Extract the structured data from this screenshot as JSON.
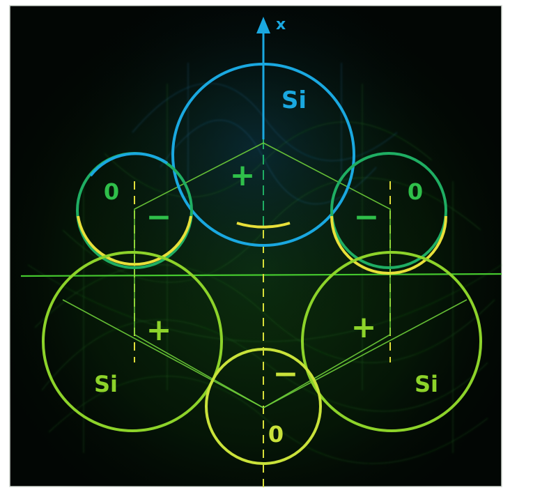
{
  "axis": {
    "label": "x"
  },
  "atoms": [
    {
      "id": "si-top",
      "label": "Si",
      "color": "#1aa8e0"
    },
    {
      "id": "o-left",
      "label": "0",
      "color": "#1fae63"
    },
    {
      "id": "o-right",
      "label": "0",
      "color": "#1fae63"
    },
    {
      "id": "si-left",
      "label": "Si",
      "color": "#8dd32a"
    },
    {
      "id": "si-right",
      "label": "Si",
      "color": "#8dd32a"
    },
    {
      "id": "o-bottom",
      "label": "0",
      "color": "#c9e23a"
    }
  ],
  "signs": {
    "top_center": "+",
    "left_upper": "−",
    "right_upper": "−",
    "left_lower": "+",
    "right_lower": "+",
    "bottom_center": "−"
  },
  "colors": {
    "background": "#020604",
    "frame": "#ffffff",
    "axis_blue": "#1aa8e0",
    "line_green": "#3fbf2a",
    "dash_yellow": "#e8e03a"
  }
}
